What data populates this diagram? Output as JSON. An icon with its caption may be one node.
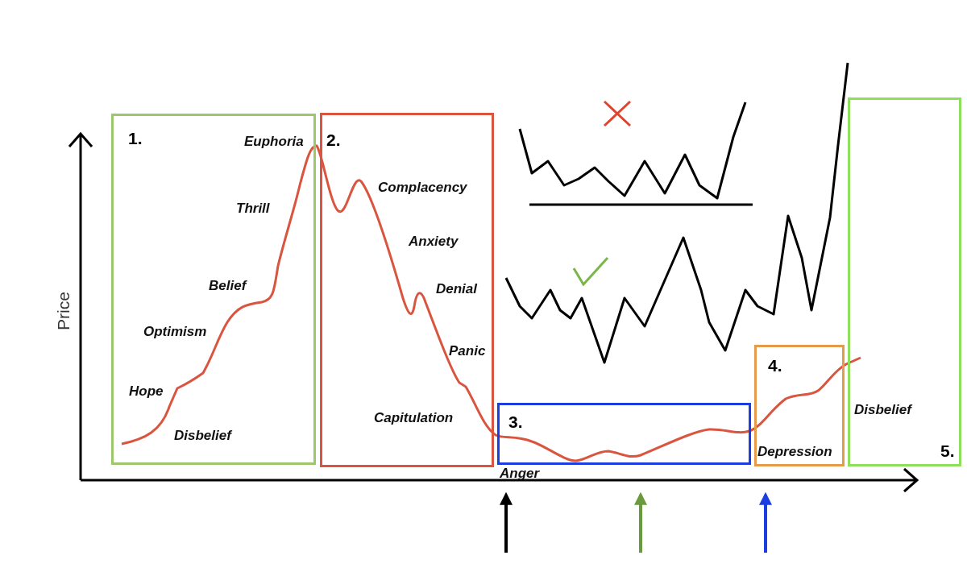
{
  "diagram": {
    "nodes": [
      {
        "text": [
          "1."
        ]
      },
      {
        "text": [
          "2."
        ]
      },
      {
        "text": [
          "3."
        ]
      },
      {
        "text": [
          "4."
        ]
      },
      {
        "text": [
          "5."
        ]
      }
    ],
    "labels": [
      "Price",
      "Euphoria",
      "Thrill",
      "Belief",
      "Optimism",
      "Hope",
      "Disbelief",
      "Complacency",
      "Anxiety",
      "Denial",
      "Panic",
      "Capitulation",
      "Anger",
      "Depression",
      "Disbelief"
    ]
  }
}
